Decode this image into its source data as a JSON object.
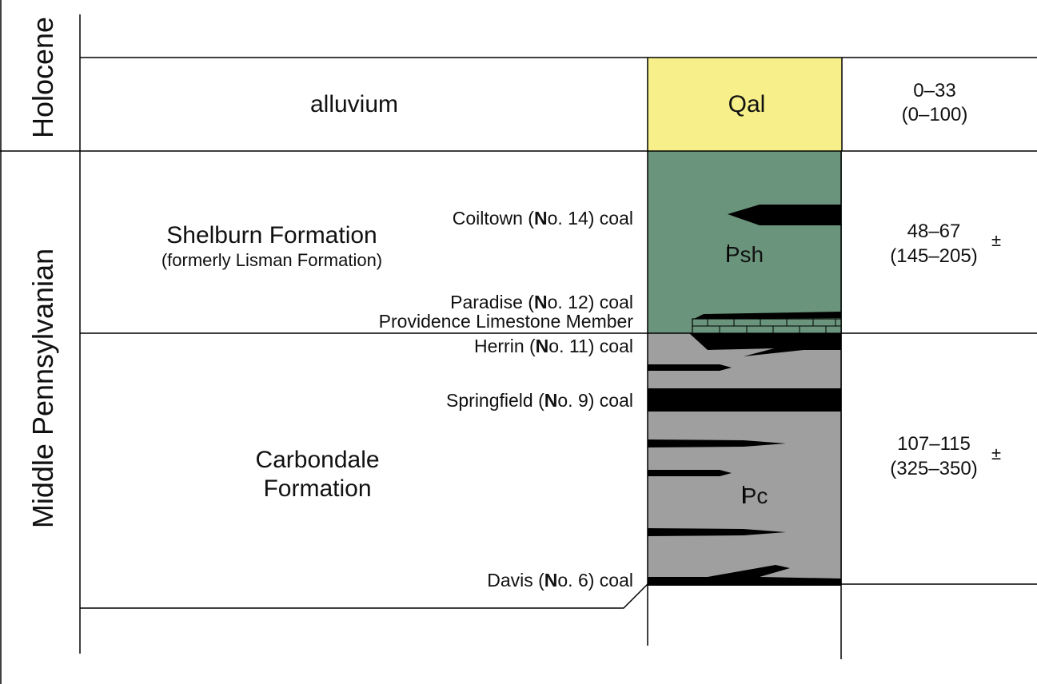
{
  "epochs": {
    "holocene": "Holocene",
    "middle_pennsylvanian": "Middle Pennsylvanian"
  },
  "units": {
    "alluvium": {
      "name": "alluvium",
      "symbol": "Qal",
      "thickness_ft": "0–33",
      "thickness_m": "(0–100)",
      "color": "#f7f08a"
    },
    "shelburn": {
      "name": "Shelburn Formation",
      "note": "(formerly Lisman Formation)",
      "symbol": "Psh",
      "thickness_ft": "48–67",
      "thickness_m": "(145–205)",
      "approx": "±",
      "color": "#6a957c"
    },
    "carbondale": {
      "name_line1": "Carbondale",
      "name_line2": "Formation",
      "symbol": "Pc",
      "thickness_ft": "107–115",
      "thickness_m": "(325–350)",
      "approx": "±",
      "color": "#a09fa0"
    }
  },
  "beds": {
    "coiltown": {
      "prefix": "Coiltown (",
      "bold": "N",
      "suffix": "o. 14) coal"
    },
    "paradise": {
      "prefix": "Paradise (",
      "bold": "N",
      "suffix": "o. 12) coal"
    },
    "providence": {
      "label": "Providence Limestone Member"
    },
    "herrin": {
      "prefix": "Herrin (",
      "bold": "N",
      "suffix": "o. 11) coal"
    },
    "springfield": {
      "prefix": "Springfield (",
      "bold": "N",
      "suffix": "o. 9) coal"
    },
    "davis": {
      "prefix": "Davis (",
      "bold": "N",
      "suffix": "o. 6) coal"
    }
  },
  "colors": {
    "coal": "#000000",
    "line": "#000000"
  }
}
